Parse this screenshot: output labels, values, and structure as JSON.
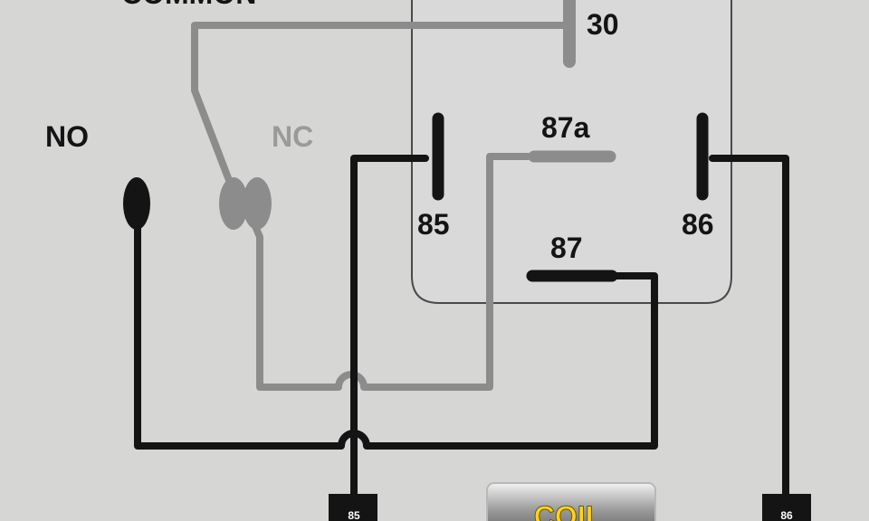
{
  "labels": {
    "common": "COMMON",
    "no": "NO",
    "nc": "NC",
    "pin_30": "30",
    "pin_87a": "87a",
    "pin_85": "85",
    "pin_86": "86",
    "pin_87": "87",
    "coil": "COIL",
    "coil_term_85": "85",
    "coil_term_86": "86"
  },
  "colors": {
    "background": "#d6d7d5",
    "relay_body": "#d9d9d9",
    "relay_outline": "#4a4a4a",
    "wire_black": "#141414",
    "wire_gray": "#8c8c8c",
    "coil_label": "#ffd21e"
  }
}
